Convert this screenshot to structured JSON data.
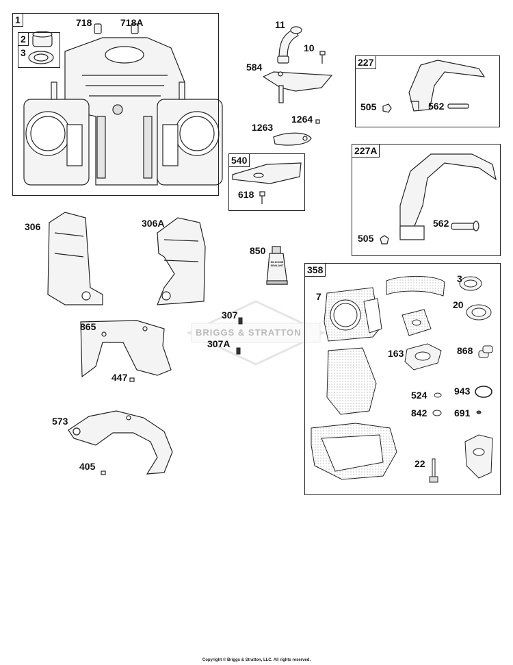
{
  "watermark": "BRIGGS & STRATTON",
  "copyright": "Copyright © Briggs & Stratton, LLC. All rights reserved.",
  "tube_text": "SILICONE SEALANT",
  "boxes": {
    "b1": "1",
    "b2": "2",
    "b540": "540",
    "b227": "227",
    "b227a": "227A",
    "b358": "358"
  },
  "labels": {
    "p3a": "3",
    "p718": "718",
    "p718a": "718A",
    "p11": "11",
    "p10": "10",
    "p584": "584",
    "p1264": "1264",
    "p1263": "1263",
    "p618": "618",
    "p505a": "505",
    "p562a": "562",
    "p562b": "562",
    "p505b": "505",
    "p306": "306",
    "p306a": "306A",
    "p850": "850",
    "p307": "307",
    "p307a": "307A",
    "p865": "865",
    "p447": "447",
    "p573": "573",
    "p405": "405",
    "p7": "7",
    "p3b": "3",
    "p20": "20",
    "p163": "163",
    "p868": "868",
    "p524": "524",
    "p943": "943",
    "p842": "842",
    "p691": "691",
    "p22": "22"
  }
}
